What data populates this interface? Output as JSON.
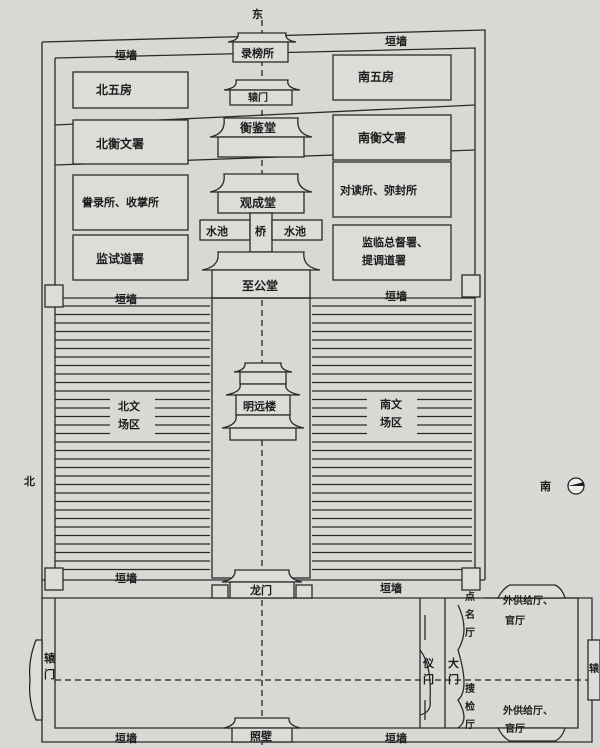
{
  "compass": {
    "east": "东",
    "north": "北",
    "south": "南"
  },
  "walls": {
    "label": "垣墙"
  },
  "east_section": {
    "lubang": "录榜所",
    "inner_gate": "辕门",
    "hengjian": "衡鉴堂",
    "guancheng": "观成堂",
    "pool_left": "水池",
    "bridge": "桥",
    "pool_right": "水池",
    "zhigong": "至公堂",
    "north_rooms": [
      "北五房",
      "北衡文署",
      "誊录所、收掌所",
      "监试道署"
    ],
    "south_rooms": [
      "南五房",
      "南衡文署",
      "对读所、弥封所",
      "监临总督署、",
      "提调道署"
    ]
  },
  "exam_section": {
    "north_area": [
      "北文",
      "场区"
    ],
    "south_area": [
      "南文",
      "场区"
    ],
    "tower": "明远楼"
  },
  "west_section": {
    "longmen": "龙门",
    "zhaobi": "照壁",
    "left_gate": [
      "辕",
      "门"
    ],
    "yimen": [
      "仪",
      "门"
    ],
    "damen": [
      "大",
      "门"
    ],
    "dianming": [
      "点",
      "名",
      "厅"
    ],
    "soujian": [
      "搜",
      "检",
      "厅"
    ],
    "supply_top": [
      "外供给厅、",
      "官厅"
    ],
    "supply_bottom": [
      "外供给厅、",
      "官厅"
    ],
    "right_gate": "辕"
  }
}
